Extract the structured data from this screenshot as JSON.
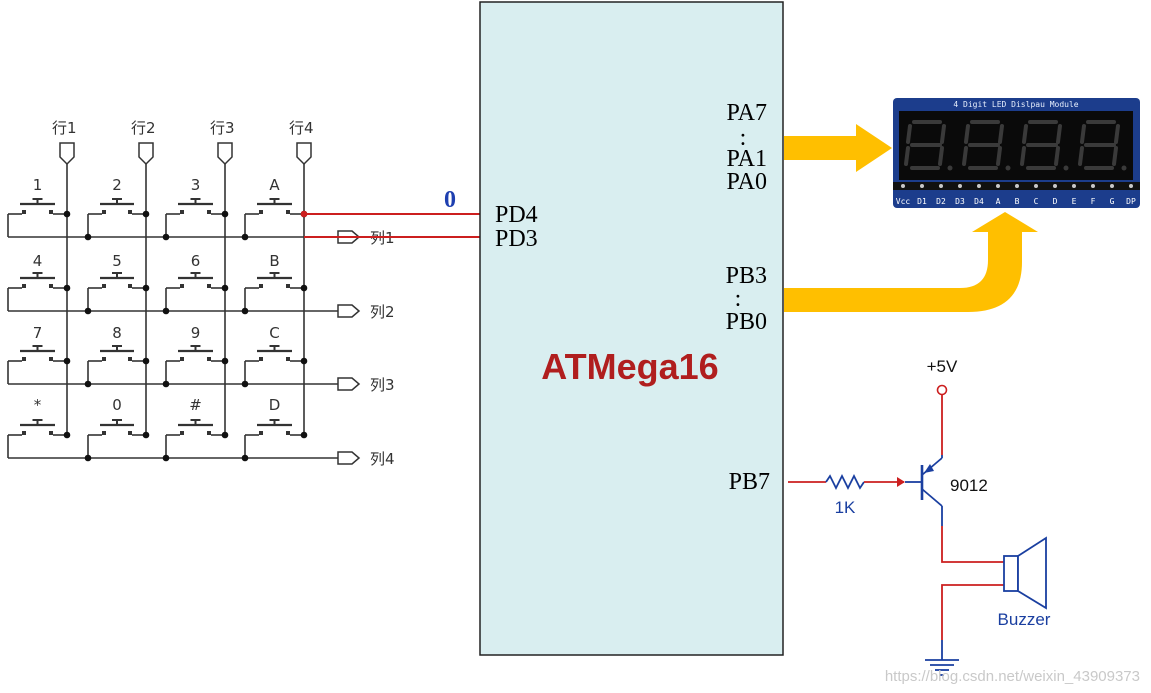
{
  "keypad": {
    "row_labels": [
      "行1",
      "行2",
      "行3",
      "行4"
    ],
    "col_labels": [
      "列1",
      "列2",
      "列3",
      "列4"
    ],
    "keys": [
      [
        "1",
        "2",
        "3",
        "A"
      ],
      [
        "4",
        "5",
        "6",
        "B"
      ],
      [
        "7",
        "8",
        "9",
        "C"
      ],
      [
        "*",
        "0",
        "#",
        "D"
      ]
    ]
  },
  "mcu": {
    "name": "ATMega16",
    "pins_left": [
      "PD4",
      "PD3"
    ],
    "pins_right_top": [
      "PA7",
      "PA1",
      "PA0"
    ],
    "pins_right_mid": [
      "PB3",
      "PB0"
    ],
    "pins_right_bottom": [
      "PB7"
    ],
    "pd4_level": "0"
  },
  "display": {
    "title": "4 Digit LED Dislpau Module",
    "digits": "8.8.8.8.",
    "pin_labels": [
      "Vcc",
      "D1",
      "D2",
      "D3",
      "D4",
      "A",
      "B",
      "C",
      "D",
      "E",
      "F",
      "G",
      "DP"
    ]
  },
  "buzzer_circuit": {
    "supply": "+5V",
    "resistor": "1K",
    "transistor": "9012",
    "buzzer": "Buzzer"
  },
  "watermark": "https://blog.csdn.net/weixin_43909373",
  "colors": {
    "chip_fill": "#d9eef0",
    "title": "#b01e1e",
    "wire_red": "#cc1f1f",
    "arrow": "#ffbf00",
    "level_blue": "#1e3fb0",
    "display_bg": "#1c3d8c"
  }
}
